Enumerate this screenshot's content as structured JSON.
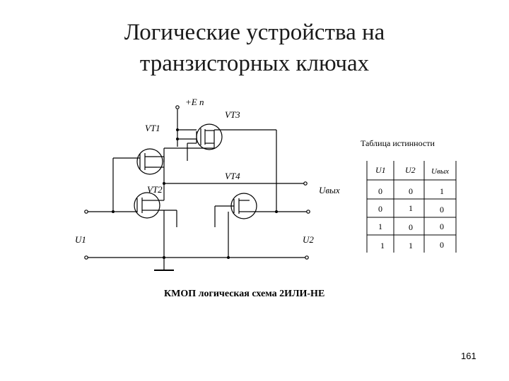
{
  "title_line1": "Логические устройства на",
  "title_line2": "транзисторных ключах",
  "labels": {
    "supply": "+E п",
    "vt1": "VT1",
    "vt2": "VT2",
    "vt3": "VT3",
    "vt4": "VT4",
    "u1": "U1",
    "u2": "U2",
    "uout": "Uвых"
  },
  "caption": "КМОП логическая схема 2ИЛИ-НЕ",
  "truth_table": {
    "title": "Таблица истинности",
    "headers": [
      "U1",
      "U2",
      "Uвых"
    ],
    "rows": [
      [
        "0",
        "0",
        "1"
      ],
      [
        "0",
        "1",
        "0"
      ],
      [
        "1",
        "0",
        "0"
      ],
      [
        "1",
        "1",
        "0"
      ]
    ]
  },
  "page_number": "161"
}
